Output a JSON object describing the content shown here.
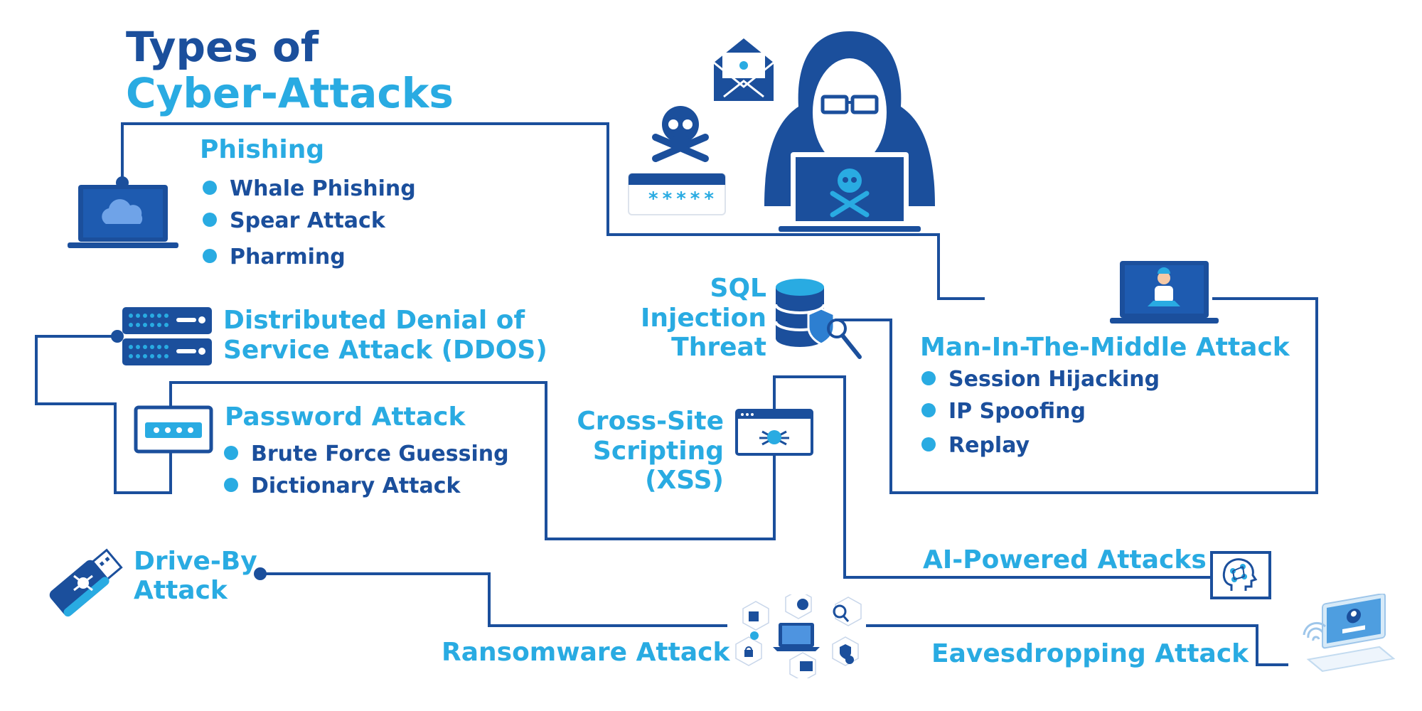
{
  "title": {
    "line1": "Types of",
    "line2": "Cyber-Attacks"
  },
  "colors": {
    "dark_blue": "#1b4f9c",
    "light_blue": "#29abe2",
    "line": "#1b4f9c"
  },
  "phishing": {
    "heading": "Phishing",
    "items": [
      "Whale Phishing",
      "Spear Attack",
      "Pharming"
    ]
  },
  "ddos": {
    "heading_line1": "Distributed Denial of",
    "heading_line2": "Service Attack (DDOS)"
  },
  "password": {
    "heading": "Password Attack",
    "items": [
      "Brute Force Guessing",
      "Dictionary Attack"
    ]
  },
  "driveby": {
    "heading_line1": "Drive-By",
    "heading_line2": "Attack"
  },
  "sql": {
    "line1": "SQL",
    "line2": "Injection",
    "line3": "Threat"
  },
  "xss": {
    "line1": "Cross-Site",
    "line2": "Scripting",
    "line3": "(XSS)"
  },
  "mitm": {
    "heading": "Man-In-The-Middle Attack",
    "items": [
      "Session Hijacking",
      "IP Spoofing",
      "Replay"
    ]
  },
  "ai": {
    "heading": "AI-Powered Attacks"
  },
  "ransomware": {
    "heading": "Ransomware Attack"
  },
  "eavesdropping": {
    "heading": "Eavesdropping Attack"
  },
  "password_mask": "*****",
  "icons": [
    "laptop-cloud-icon",
    "server-icon",
    "password-box-icon",
    "usb-drive-icon",
    "skull-crossbones-icon",
    "envelope-bug-icon",
    "password-field-icon",
    "hooded-hacker-icon",
    "database-shield-icon",
    "browser-bug-icon",
    "laptop-user-icon",
    "ai-head-icon",
    "ransomware-network-icon",
    "laptop-fingerprint-icon"
  ]
}
